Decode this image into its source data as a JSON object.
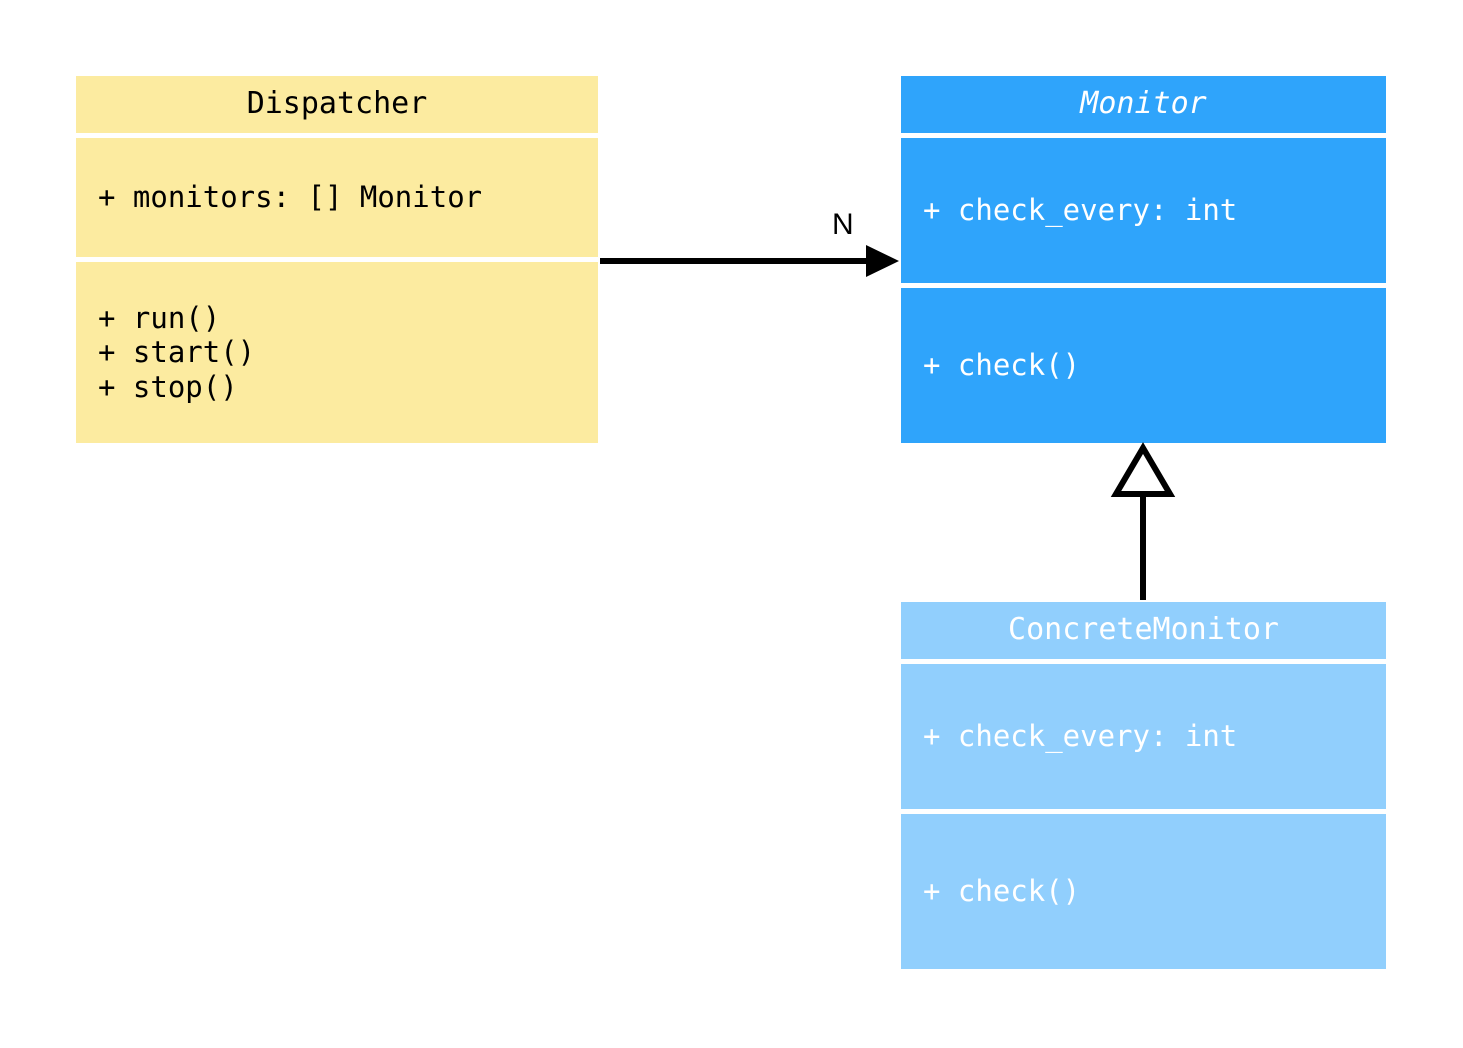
{
  "diagram": {
    "kind": "uml-class-diagram",
    "background": "#ffffff",
    "classes": [
      {
        "id": "dispatcher",
        "name": "Dispatcher",
        "abstract": false,
        "fill": "#fceba0",
        "text_color": "#000000",
        "attributes": [
          "+ monitors: [] Monitor"
        ],
        "methods": [
          "+ run()",
          "+ start()",
          "+ stop()"
        ]
      },
      {
        "id": "monitor",
        "name": "Monitor",
        "abstract": true,
        "fill": "#2fa4fb",
        "text_color": "#ffffff",
        "attributes": [
          "+ check_every: int"
        ],
        "methods": [
          "+ check()"
        ]
      },
      {
        "id": "concrete_monitor",
        "name": "ConcreteMonitor",
        "abstract": false,
        "fill": "#91cffd",
        "text_color": "#ffffff",
        "attributes": [
          "+ check_every: int"
        ],
        "methods": [
          "+ check()"
        ]
      }
    ],
    "relationships": [
      {
        "id": "dispatcher-to-monitor",
        "type": "association",
        "from": "dispatcher",
        "to": "monitor",
        "arrow": "filled-open-arrow",
        "multiplicity_label": "N",
        "line_color": "#000000"
      },
      {
        "id": "concrete-monitor-to-monitor",
        "type": "generalization",
        "from": "concrete_monitor",
        "to": "monitor",
        "arrow": "hollow-triangle",
        "multiplicity_label": "",
        "line_color": "#000000"
      }
    ]
  }
}
